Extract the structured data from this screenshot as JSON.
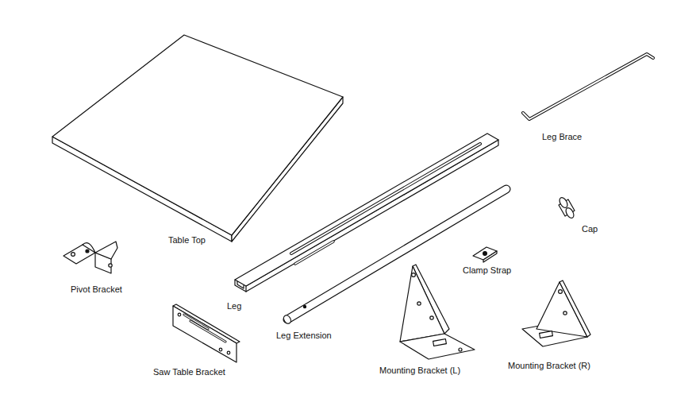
{
  "diagram": {
    "labels": [
      "Table Top",
      "Leg Brace",
      "Cap",
      "Clamp Strap",
      "Pivot Bracket",
      "Leg",
      "Leg Extension",
      "Saw Table Bracket",
      "Mounting Bracket (L)",
      "Mounting Bracket (R)"
    ]
  }
}
